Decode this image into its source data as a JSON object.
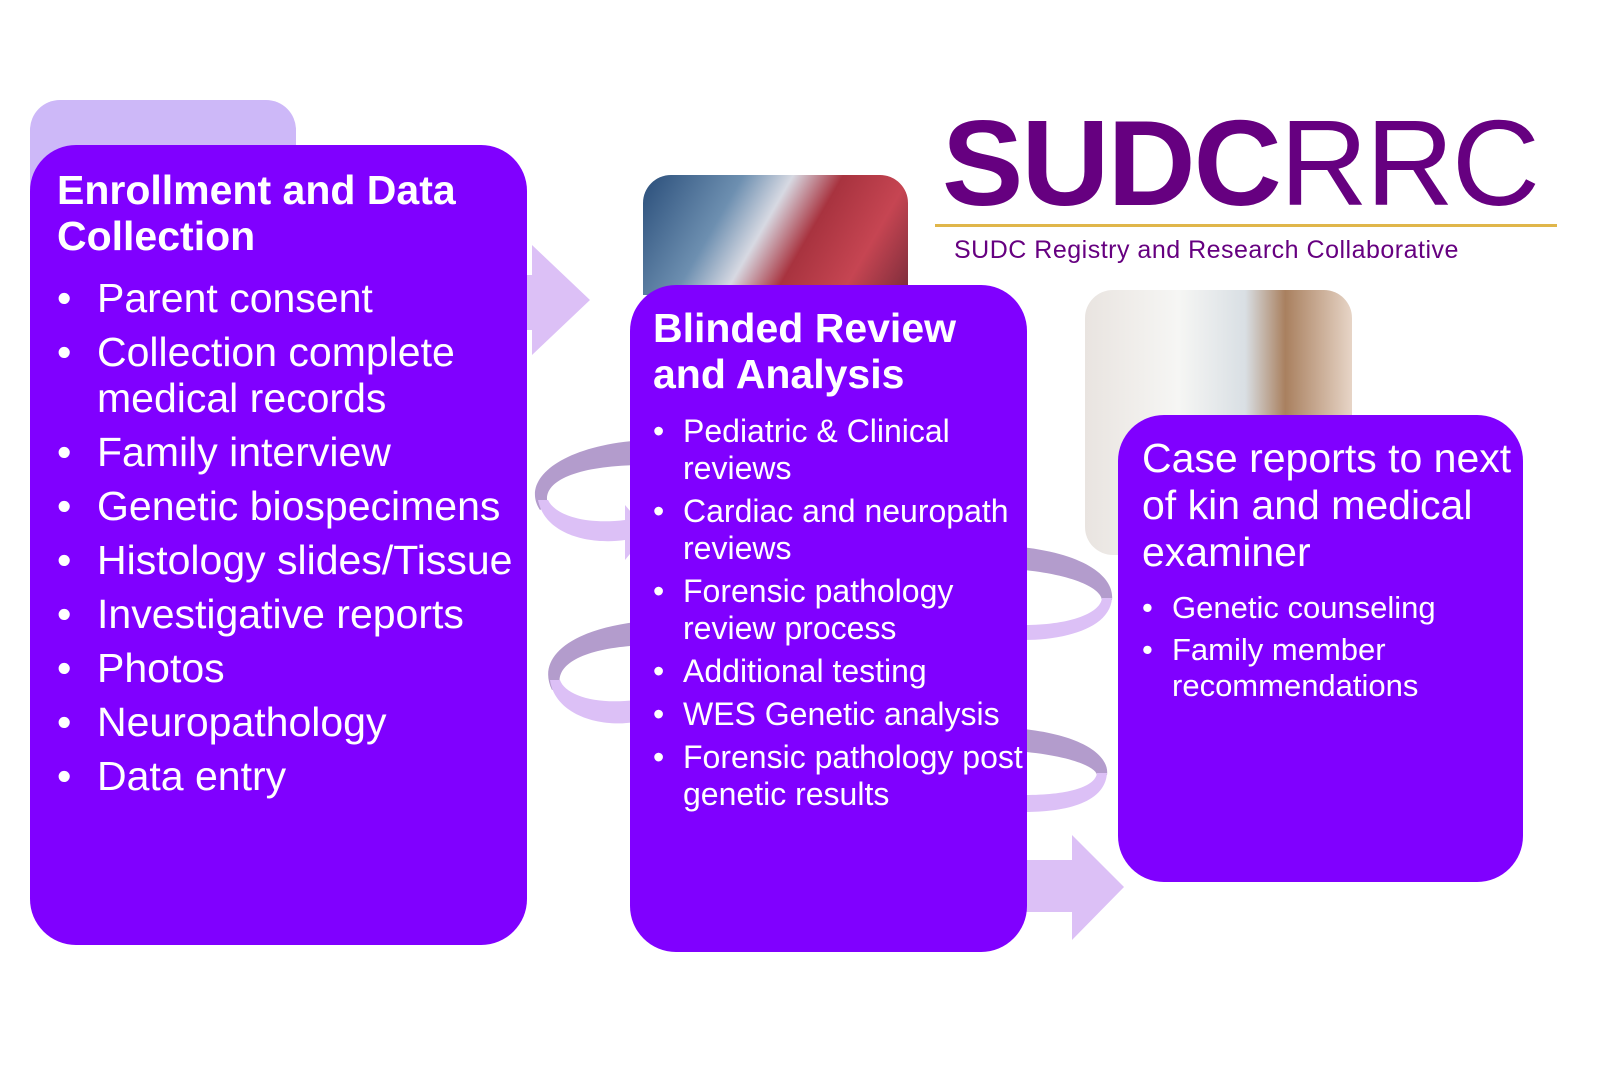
{
  "logo": {
    "bold": "SUDC",
    "light": "RRC",
    "subtitle": "SUDC Registry and Research Collaborative"
  },
  "colors": {
    "box": "#8000ff",
    "arrow": "#dcc0f6",
    "arrow_dark": "#b39ccc",
    "logo": "#660080",
    "rule": "#e0b64a"
  },
  "enrollment": {
    "title": "Enrollment and Data Collection",
    "items": [
      "Parent consent",
      "Collection complete medical records",
      "Family interview",
      "Genetic biospecimens",
      "Histology slides/Tissue",
      "Investigative reports",
      "Photos",
      "Neuropathology",
      "Data entry"
    ]
  },
  "review": {
    "title": "Blinded Review and Analysis",
    "items": [
      "Pediatric  & Clinical reviews",
      "Cardiac and neuropath reviews",
      "Forensic pathology review process",
      "Additional testing",
      "WES Genetic analysis",
      "Forensic pathology post genetic results"
    ]
  },
  "reports": {
    "title": "Case reports to next of kin and medical examiner",
    "items": [
      "Genetic counseling",
      "Family member recommendations"
    ]
  }
}
